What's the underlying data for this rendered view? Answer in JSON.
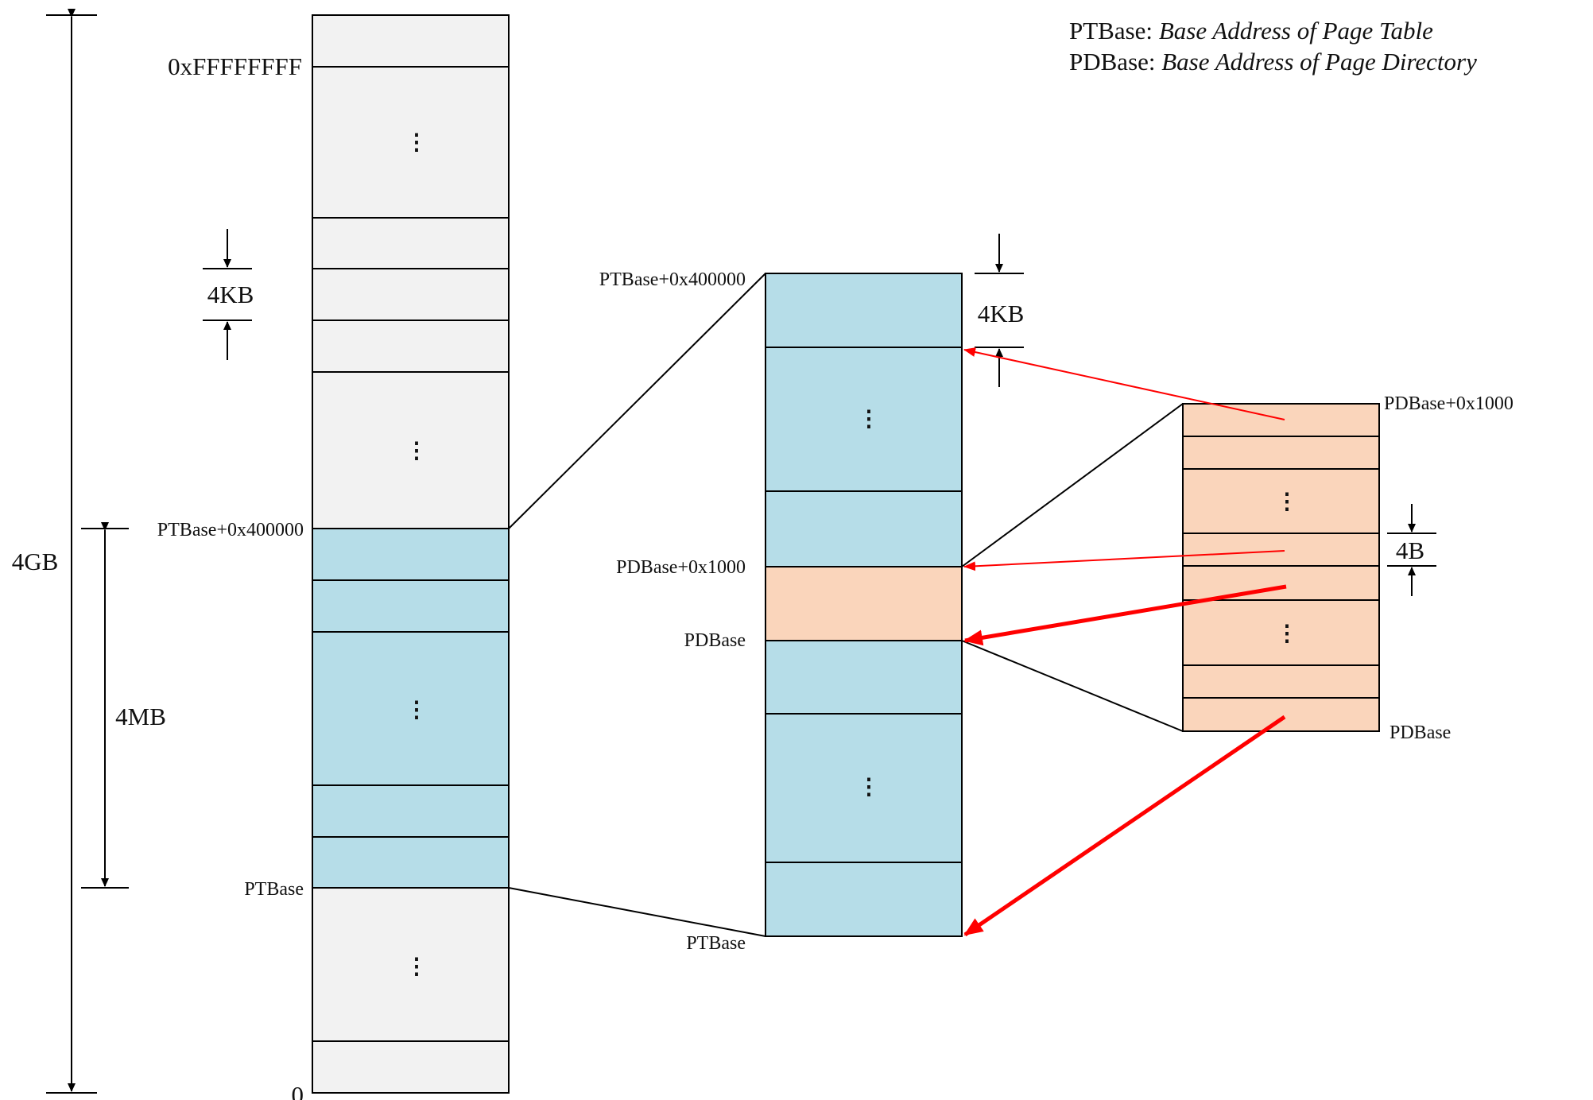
{
  "legend": {
    "pt_key": "PTBase:",
    "pt_desc": "Base Address of Page Table",
    "pd_key": "PDBase:",
    "pd_desc": "Base Address of Page Directory"
  },
  "memory": {
    "size_label": "4GB",
    "top_address": "0xFFFFFFFF",
    "bottom_address": "0",
    "page_size_label": "4KB",
    "pt_top_label": "PTBase+0x400000",
    "pt_region_size": "4MB",
    "pt_bottom_label": "PTBase",
    "ellipsis": "⋮"
  },
  "page_table": {
    "top_label": "PTBase+0x400000",
    "entry_size_label": "4KB",
    "pd_top_label": "PDBase+0x1000",
    "pd_label": "PDBase",
    "bottom_label": "PTBase",
    "ellipsis": "⋮"
  },
  "page_directory": {
    "top_label": "PDBase+0x1000",
    "entry_size_label": "4B",
    "bottom_label": "PDBase",
    "ellipsis": "⋮"
  },
  "colors": {
    "memory_fill": "#f2f2f2",
    "page_table_fill": "#b6dde8",
    "page_directory_fill": "#fad5bb",
    "arrow": "#ff0000"
  }
}
